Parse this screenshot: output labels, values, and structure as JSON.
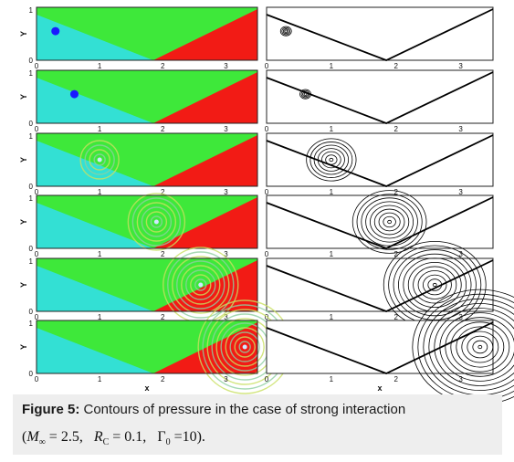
{
  "figure": {
    "rows": 6,
    "panels_per_row": 2,
    "left_panel_colors": {
      "lower_region": "#33e0d4",
      "upper_region": "#3ee83a",
      "right_region": "#f21b15",
      "vortex_core": "#1a1aff"
    },
    "right_panel_colors": {
      "background": "#ffffff",
      "lines": "#000000"
    },
    "axes": {
      "x_ticks": [
        "0",
        "1",
        "2",
        "3"
      ],
      "y_ticks": [
        "0",
        "1"
      ],
      "y_label": "Y",
      "x_label": "x"
    },
    "vortex_positions_x": [
      0.3,
      0.6,
      1.0,
      1.9,
      2.6,
      3.3
    ]
  },
  "caption": {
    "label": "Figure 5:",
    "text": " Contours of pressure in the case of strong interaction",
    "params": {
      "mach_symbol": "M",
      "mach_sub": "∞",
      "mach_value": " = 2.5,",
      "rc_symbol": "R",
      "rc_sub": "C",
      "rc_value": " = 0.1,",
      "gamma_symbol": "Γ",
      "gamma_sub": "0",
      "gamma_value": " =10"
    }
  }
}
